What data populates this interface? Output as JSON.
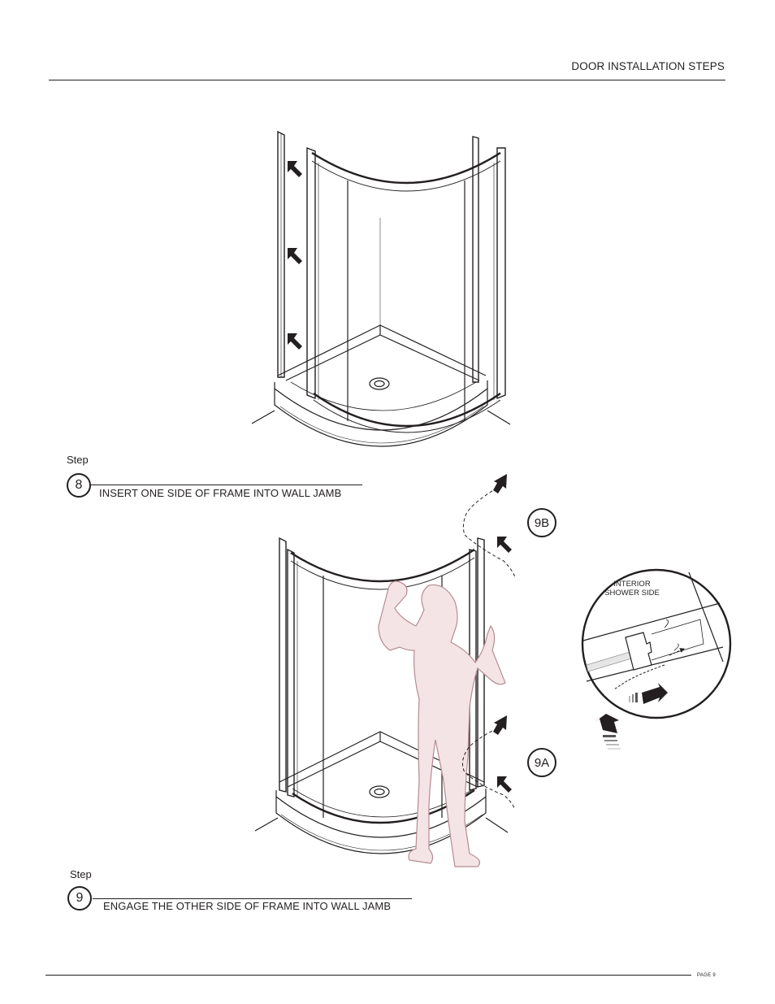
{
  "header": {
    "title": "DOOR INSTALLATION STEPS"
  },
  "steps": [
    {
      "word": "Step",
      "number": "8",
      "text": "INSERT ONE SIDE OF FRAME INTO WALL JAMB"
    },
    {
      "word": "Step",
      "number": "9",
      "text": "ENGAGE THE OTHER SIDE OF FRAME INTO WALL JAMB"
    }
  ],
  "callouts": {
    "upper": "9B",
    "lower": "9A"
  },
  "detail": {
    "label_line1": "INTERIOR",
    "label_line2": "SHOWER SIDE"
  },
  "footer": {
    "page": "PAGE 9"
  },
  "colors": {
    "ink": "#231f20",
    "figure_fill": "#f4e4e6",
    "figure_stroke": "#b48c92"
  }
}
